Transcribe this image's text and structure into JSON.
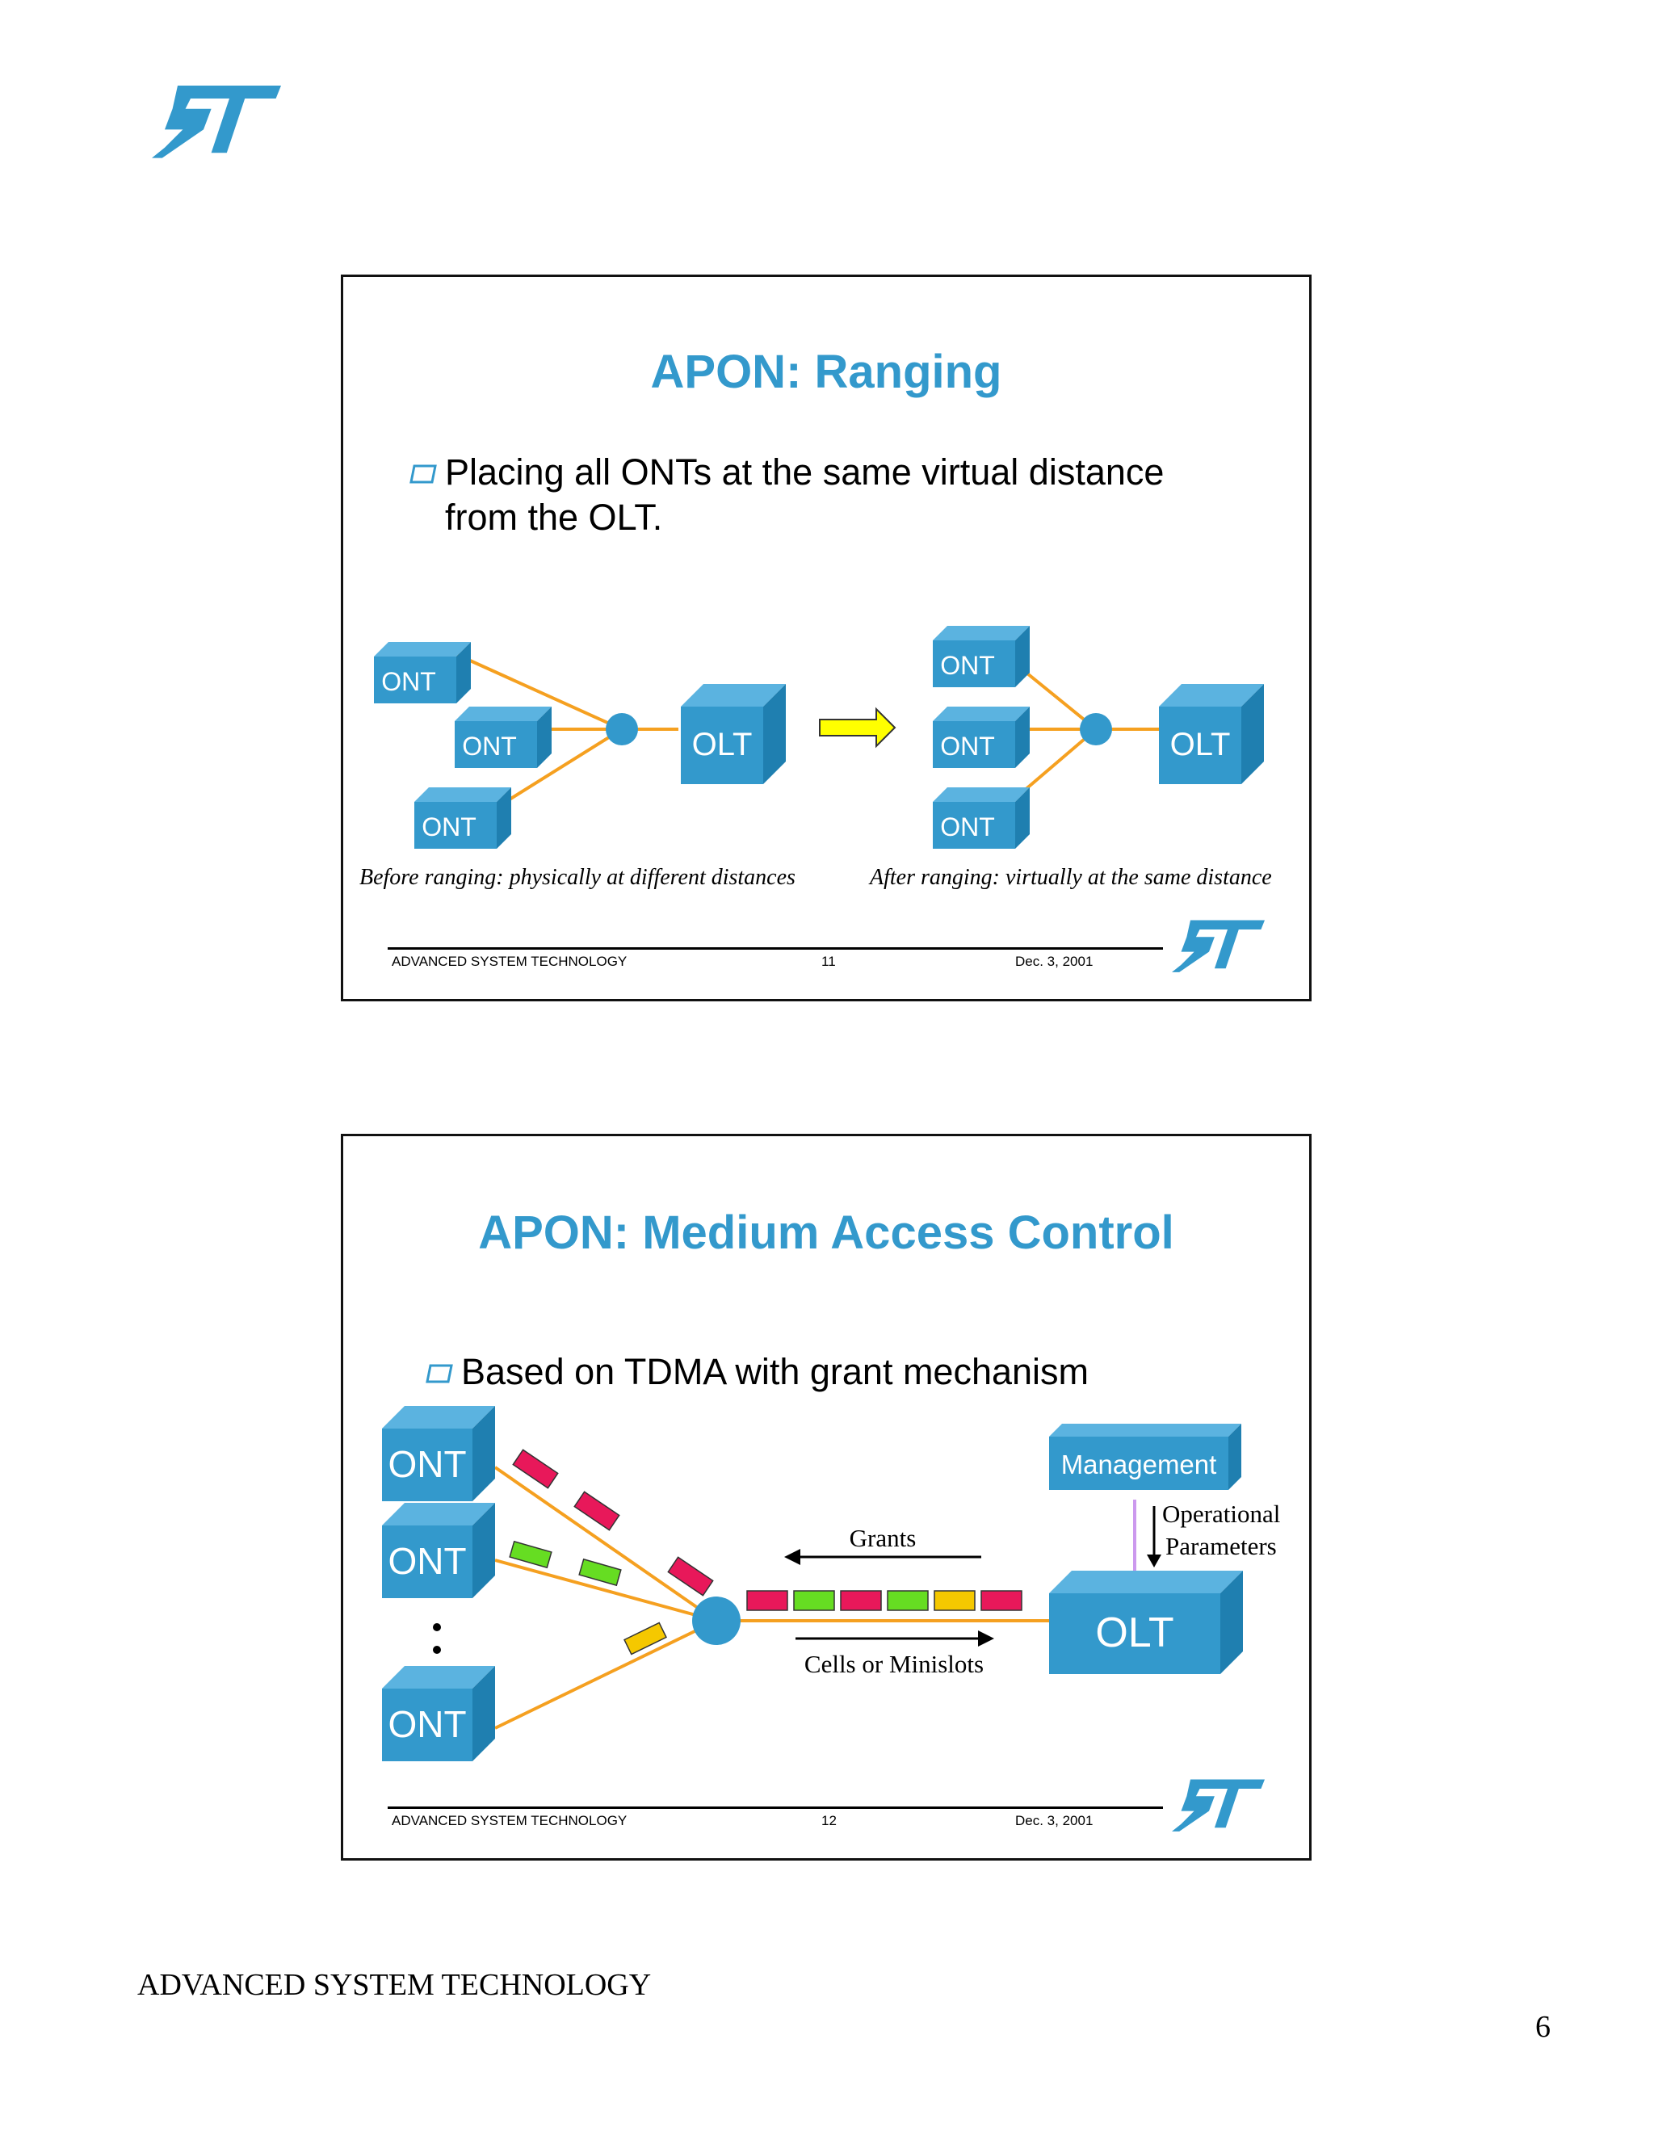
{
  "header": {
    "logo": "st-logo"
  },
  "slide1": {
    "title": "APON: Ranging",
    "bullet": "Placing all ONTs at the same virtual distance from the OLT.",
    "before": {
      "onts": [
        "ONT",
        "ONT",
        "ONT"
      ],
      "olt": "OLT"
    },
    "after": {
      "onts": [
        "ONT",
        "ONT",
        "ONT"
      ],
      "olt": "OLT"
    },
    "caption_before": "Before ranging: physically at different distances",
    "caption_after": "After ranging: virtually at the same distance",
    "footer": {
      "org": "ADVANCED SYSTEM  TECHNOLOGY",
      "number": "11",
      "date": "Dec. 3, 2001"
    }
  },
  "slide2": {
    "title": "APON: Medium Access Control",
    "bullet": "Based on TDMA with grant mechanism",
    "onts": [
      "ONT",
      "ONT",
      "ONT"
    ],
    "management": "Management",
    "operational": [
      "Operational",
      "Parameters"
    ],
    "grants": "Grants",
    "cells": "Cells or Minislots",
    "olt": "OLT",
    "footer": {
      "org": "ADVANCED SYSTEM  TECHNOLOGY",
      "number": "12",
      "date": "Dec. 3, 2001"
    }
  },
  "colors": {
    "accent": "#3399cc",
    "box": "#3399cc",
    "line": "#f5a020",
    "cell_red": "#e8185a",
    "cell_green": "#66dd22",
    "cell_yellow": "#f5c800",
    "mgmt_link": "#cc99ee"
  },
  "page": {
    "footer": "ADVANCED SYSTEM TECHNOLOGY",
    "number": "6"
  }
}
